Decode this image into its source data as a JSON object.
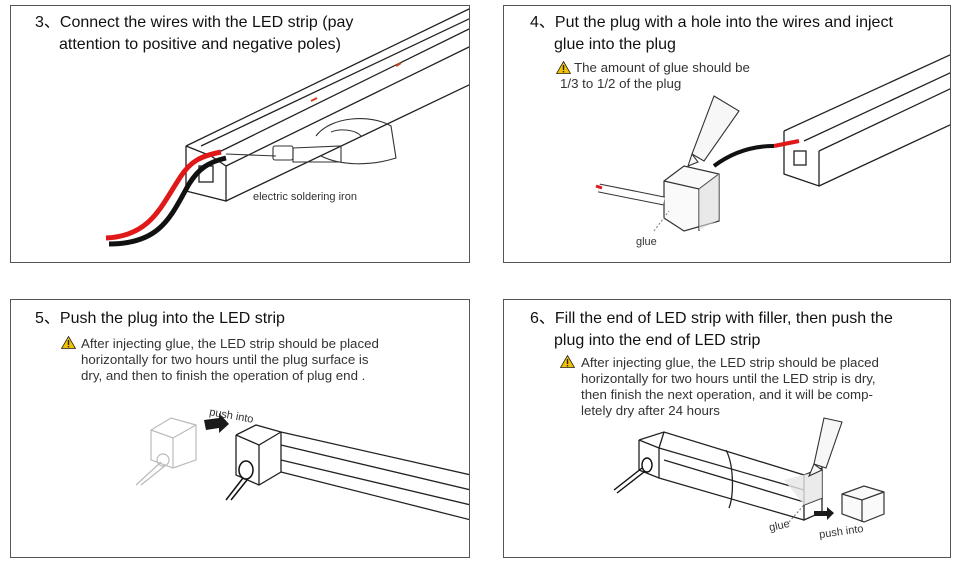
{
  "steps": [
    {
      "title_line1": "3、Connect the wires with the LED strip (pay",
      "title_line2": "attention to positive and negative poles)",
      "label": "electric soldering iron"
    },
    {
      "title_line1": "4、Put the plug with a hole into the wires and inject",
      "title_line2": "glue into the plug",
      "note_line1": "The amount of glue should be",
      "note_line2": "1/3 to 1/2  of the plug",
      "label": "glue"
    },
    {
      "title_line1": "5、Push the plug into the LED strip",
      "note_line1": "After injecting glue, the LED strip should be placed",
      "note_line2": "horizontally for two hours until the plug surface is",
      "note_line3": "dry, and then to finish the operation of plug end .",
      "label": "push into"
    },
    {
      "title_line1": "6、Fill the end of LED strip with filler, then push the",
      "title_line2": "plug into the end of LED strip",
      "note_line1": "After injecting glue, the LED strip should be placed",
      "note_line2": "horizontally for two hours until the LED strip is dry,",
      "note_line3": "then finish the next operation, and it will be comp-",
      "note_line4": "letely dry after 24 hours",
      "label_glue": "glue",
      "label_push": "push into"
    }
  ],
  "colors": {
    "warning": "#f2c200",
    "wire_red": "#e01818",
    "wire_black": "#111111",
    "border": "#555555"
  },
  "icons": [
    "warning-icon",
    "arrow-icon"
  ]
}
